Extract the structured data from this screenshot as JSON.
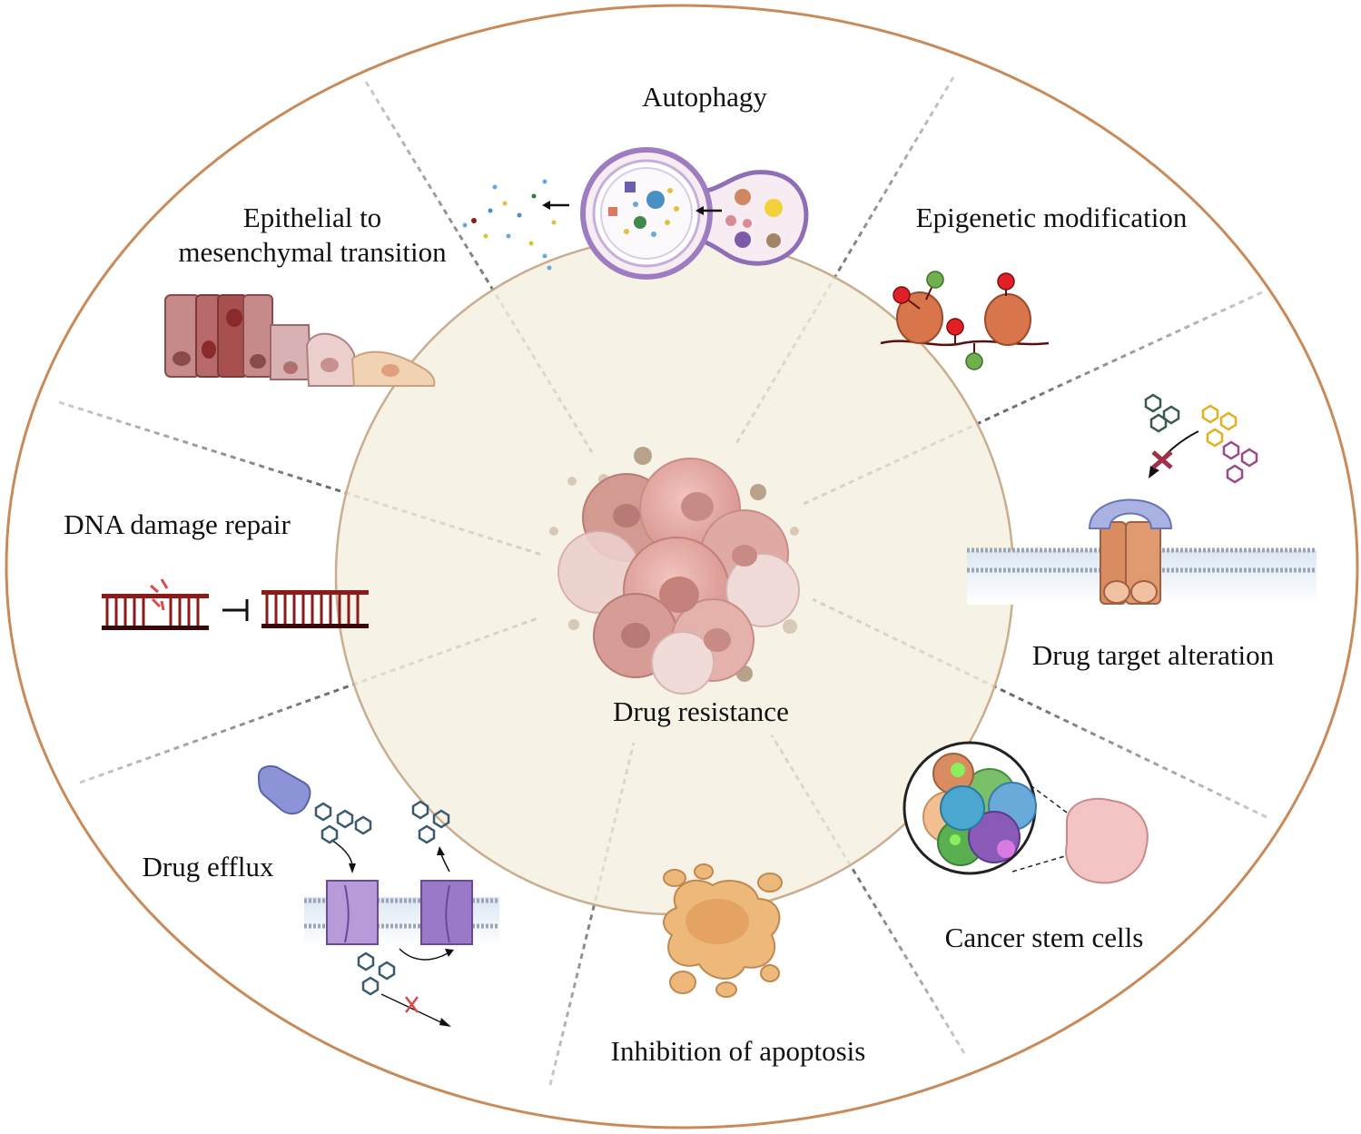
{
  "center": {
    "label": "Drug resistance"
  },
  "mechanisms": [
    {
      "id": "autophagy",
      "label": "Autophagy"
    },
    {
      "id": "epigenetic",
      "label": "Epigenetic modification"
    },
    {
      "id": "emt",
      "label_line1": "Epithelial to",
      "label_line2": "mesenchymal transition"
    },
    {
      "id": "dna",
      "label": "DNA damage repair"
    },
    {
      "id": "target",
      "label": "Drug target alteration"
    },
    {
      "id": "csc",
      "label": "Cancer stem cells"
    },
    {
      "id": "efflux",
      "label": "Drug efflux"
    },
    {
      "id": "apoptosis",
      "label": "Inhibition of apoptosis"
    }
  ],
  "colors": {
    "outer_ring": "#c98a5a",
    "inner_fill": "#f6f0e2",
    "inner_ring": "#c9ad8f",
    "cell_pink": "#e6a6a0",
    "membrane_purple": "#8e6fb6",
    "dna_red": "#8b1a1a",
    "apoptosis_orange": "#e8b46a",
    "efflux_blue": "#8c93d6"
  }
}
